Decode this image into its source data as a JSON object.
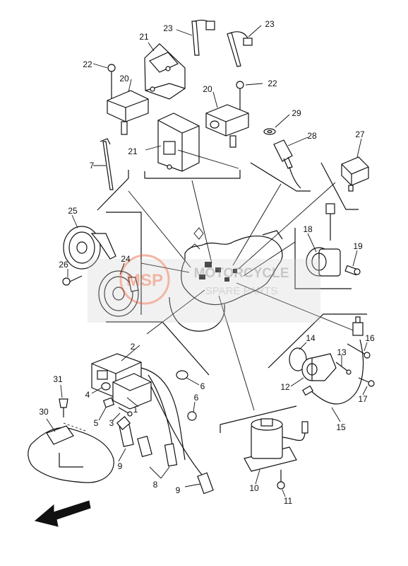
{
  "diagram": {
    "part_numbers": [
      "1",
      "2",
      "3",
      "4",
      "5",
      "6",
      "6",
      "7",
      "8",
      "9",
      "9",
      "10",
      "11",
      "12",
      "13",
      "14",
      "15",
      "16",
      "17",
      "18",
      "19",
      "20",
      "20",
      "21",
      "21",
      "22",
      "22",
      "23",
      "23",
      "24",
      "25",
      "26",
      "27",
      "28",
      "29",
      "30",
      "31"
    ],
    "watermark": {
      "logo_text": "MSP",
      "brand_line1": "MOTORCYCLE",
      "brand_line2": "SPARE PARTS"
    }
  }
}
